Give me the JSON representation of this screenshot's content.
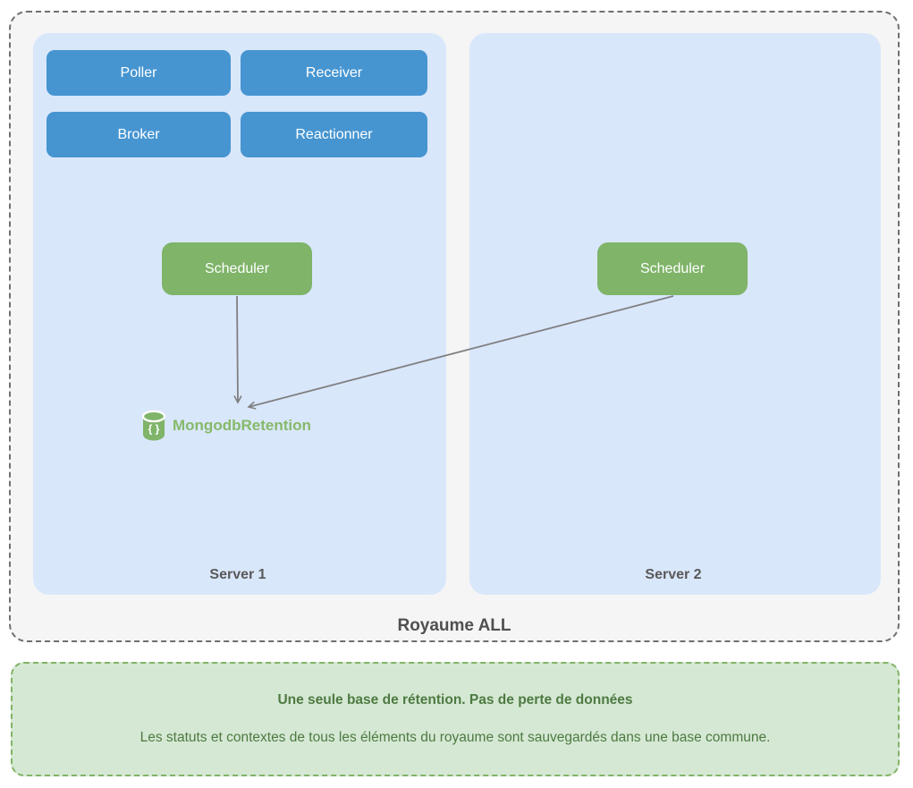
{
  "diagram": {
    "royaume_label": "Royaume ALL",
    "server1": {
      "label": "Server 1",
      "daemons": [
        "Poller",
        "Receiver",
        "Broker",
        "Reactionner"
      ],
      "scheduler_label": "Scheduler"
    },
    "server2": {
      "label": "Server 2",
      "scheduler_label": "Scheduler"
    },
    "database": {
      "label": "MongodbRetention",
      "icon": "mongodb-database-icon",
      "icon_glyph": "{ }"
    }
  },
  "note": {
    "title": "Une seule base de rétention. Pas de perte de données",
    "body": "Les statuts et contextes de tous les éléments du royaume sont sauvegardés dans une base commune."
  },
  "colors": {
    "daemon_blue": "#4695d1",
    "scheduler_green": "#7fb469",
    "panel_blue": "#d9e7fb",
    "royaume_background": "#f5f5f5",
    "note_background": "#d5e8d4",
    "note_border": "#82b366",
    "note_text": "#4d7a41",
    "server_label_gray": "#595959",
    "arrow_gray": "#808080"
  }
}
